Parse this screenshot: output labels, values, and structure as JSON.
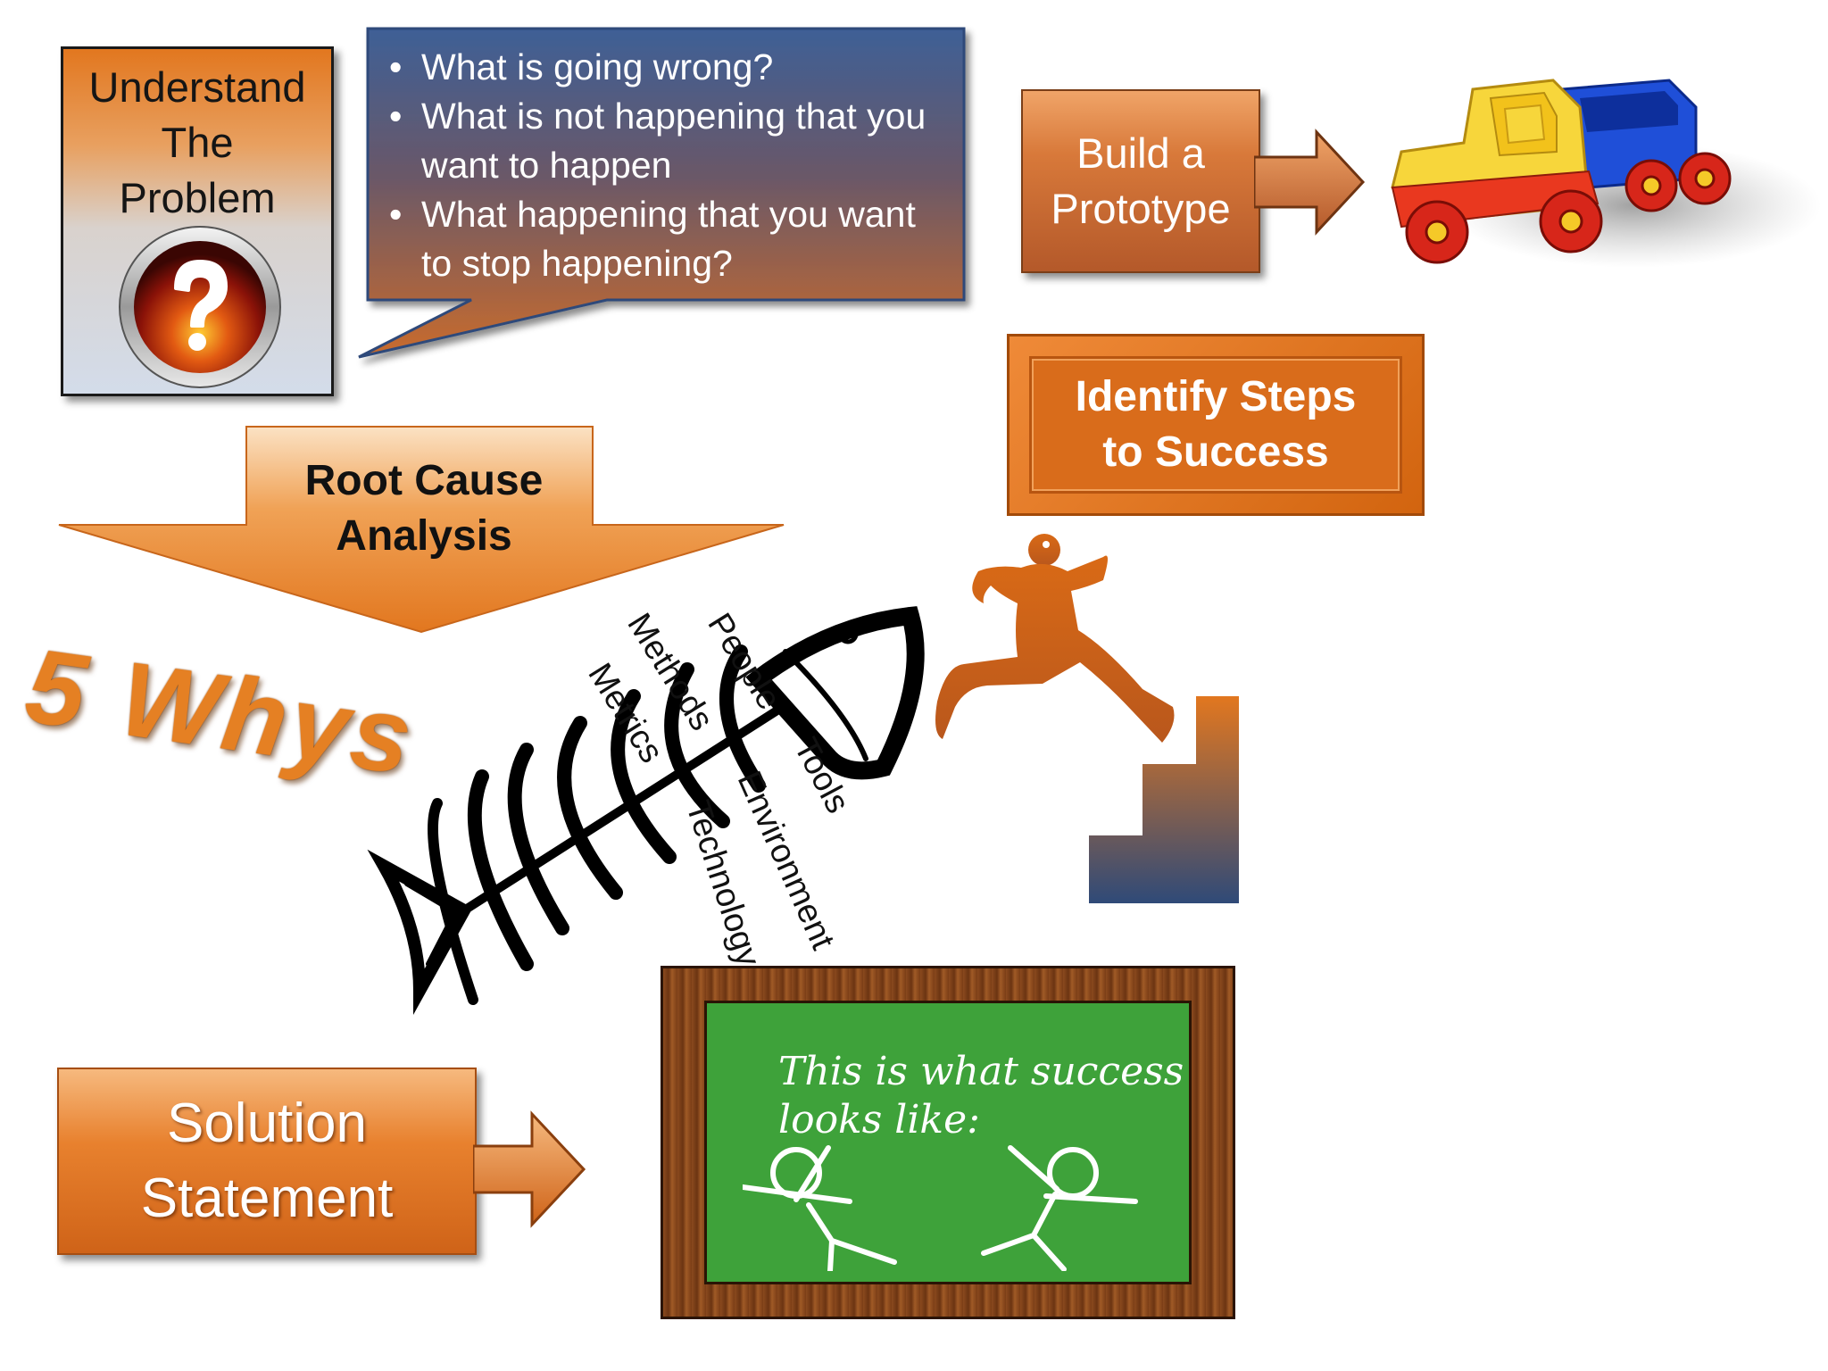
{
  "understand": {
    "title_lines": [
      "Understand",
      "The",
      "Problem"
    ],
    "icon": "question-mark-icon"
  },
  "bubble": {
    "items": [
      "What is going wrong?",
      "What is not happening that you want to happen",
      "What happening that you want to stop happening?"
    ]
  },
  "prototype": {
    "lines": [
      "Build a",
      "Prototype"
    ],
    "image": "toy-truck-icon"
  },
  "steps": {
    "lines": [
      "Identify Steps",
      "to Success"
    ],
    "image": "person-climbing-stairs-icon"
  },
  "root_cause": {
    "lines": [
      "Root Cause",
      "Analysis"
    ]
  },
  "whys": {
    "label": "5 Whys"
  },
  "fishbone": {
    "labels": [
      "Methods",
      "People",
      "Metrics",
      "Tools",
      "Environment",
      "Technology"
    ]
  },
  "solution": {
    "lines": [
      "Solution",
      "Statement"
    ]
  },
  "board": {
    "lines": [
      "This is what success",
      "looks like:"
    ]
  },
  "colors": {
    "orange": "#e2771f",
    "blue": "#3e5d8f",
    "chalk_green": "#3ea23a"
  }
}
